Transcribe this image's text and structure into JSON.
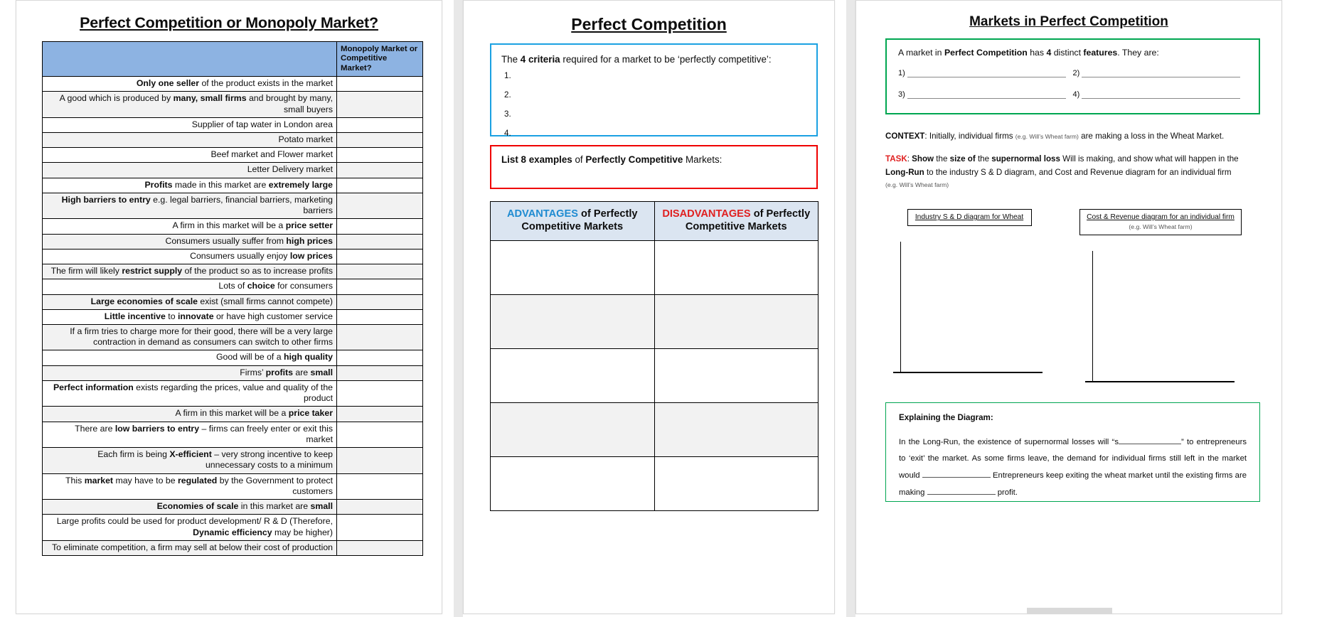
{
  "page1": {
    "title": "Perfect Competition or Monopoly Market?",
    "table": {
      "header_statement": "",
      "header_answer": "Monopoly Market or Competitive Market?",
      "rows": [
        {
          "html": "<b>Only one seller</b> of the product exists in the market"
        },
        {
          "html": "A good which is produced by <b>many, small firms</b> and brought by many, small buyers"
        },
        {
          "html": "Supplier of tap water in London area"
        },
        {
          "html": "Potato market"
        },
        {
          "html": "Beef market and Flower market"
        },
        {
          "html": "Letter Delivery market"
        },
        {
          "html": "<b>Profits</b> made in this market are <b>extremely large</b>"
        },
        {
          "html": "<b>High barriers to entry</b> e.g. legal barriers, financial barriers, marketing barriers"
        },
        {
          "html": "A firm in this market will be a <b>price setter</b>"
        },
        {
          "html": "Consumers usually suffer from <b>high prices</b>"
        },
        {
          "html": "Consumers usually enjoy <b>low prices</b>"
        },
        {
          "html": "The firm will likely <b>restrict supply</b> of the product so as to increase profits"
        },
        {
          "html": "Lots of <b>choice</b> for consumers"
        },
        {
          "html": "<b>Large economies of scale</b> exist (small firms cannot compete)"
        },
        {
          "html": "<b>Little incentive</b> to <b>innovate</b> or have high customer service"
        },
        {
          "html": "If a firm tries to charge more for their good, there will be a very large contraction in demand as consumers can switch to other firms"
        },
        {
          "html": "Good will be of a <b>high quality</b>"
        },
        {
          "html": "Firms’ <b>profits</b> are <b>small</b>"
        },
        {
          "html": "<b>Perfect information</b> exists regarding the prices, value and quality of the product"
        },
        {
          "html": "A firm in this market will be a <b>price taker</b>"
        },
        {
          "html": "There are <b>low barriers to entry</b> – firms can freely enter or exit this market"
        },
        {
          "html": "Each firm is being <b>X-efficient</b> – very strong incentive to keep unnecessary costs to a minimum"
        },
        {
          "html": "This <b>market</b> may have to be <b>regulated</b> by the Government to protect customers"
        },
        {
          "html": "<b>Economies of scale</b> in this market are <b>small</b>"
        },
        {
          "html": "Large profits could be used for product development/ R &amp; D (Therefore, <b>Dynamic efficiency</b> may be higher)"
        },
        {
          "html": "To eliminate competition, a firm may sell at below their cost of production"
        }
      ]
    }
  },
  "page2": {
    "title": "Perfect Competition",
    "criteria_box": {
      "lead_html": "The <b>4 criteria</b> required for a market to be ‘perfectly competitive’:",
      "items": [
        "1.",
        "2.",
        "3.",
        "4."
      ]
    },
    "examples_box": {
      "lead_html": "<b>List 8 examples</b> of <b>Perfectly Competitive</b> Markets:"
    },
    "pros_cons_table": {
      "advantages_accent": "ADVANTAGES",
      "advantages_rest_html": " of <b>Perfectly Competitive Markets</b>",
      "disadvantages_accent": "DISADVANTAGES",
      "disadvantages_rest_html": " of <b>Perfectly Competitive Markets</b>",
      "empty_row_count": 5
    }
  },
  "page3": {
    "title": "Markets in Perfect Competition",
    "features_box": {
      "lead_html": "A market in <b>Perfect Competition</b> has <b>4</b> distinct <b>features</b>. They are:",
      "numbers": [
        "1)",
        "2)",
        "3)",
        "4)"
      ]
    },
    "context_html": "<span class=\"lbl\">CONTEXT</span>: Initially, individual firms <span class=\"tiny\">(e.g. Will’s Wheat farm)</span> are making a loss in the Wheat Market.",
    "task_html": "<span class=\"lbl-task\">TASK</span>: <b>Show</b> the <b>size of</b> the <b>supernormal loss</b> Will is making, and show what will happen in the <b>Long-Run</b> to the industry S &amp; D diagram, and Cost and Revenue diagram for an individual firm",
    "task_note": "(e.g. Will’s Wheat farm)",
    "diagram_left_label_html": "<u>Industry S &amp; D diagram  for Wheat</u>",
    "diagram_right_label_html": "<u>Cost &amp; Revenue diagram for an individual firm</u> <span class=\"tiny\">(e.g. Will’s Wheat farm)</span>",
    "explain_box": {
      "heading": "Explaining the Diagram:",
      "body_html": "In the Long-Run, the existence of supernormal losses will “s<span class=\"fill f-md\"></span>” to entrepreneurs to ‘exit’ the market. As some firms leave, the demand for individual firms still left in the market would <span class=\"fill f-lg\"></span> Entrepreneurs keep exiting the wheat market until the existing firms are making <span class=\"fill f-lg\"></span> profit."
    }
  },
  "colors": {
    "table_header_blue": "#8db3e2",
    "criteria_border_blue": "#1ba1e2",
    "examples_border_red": "#ef0000",
    "features_border_green": "#00a651",
    "advantages_accent": "#1f8bd1",
    "disadvantages_accent": "#e02020",
    "task_label_red": "#e02020",
    "row_alt_grey": "#f2f2f2",
    "pros_cons_header_bg": "#dbe5f1"
  }
}
